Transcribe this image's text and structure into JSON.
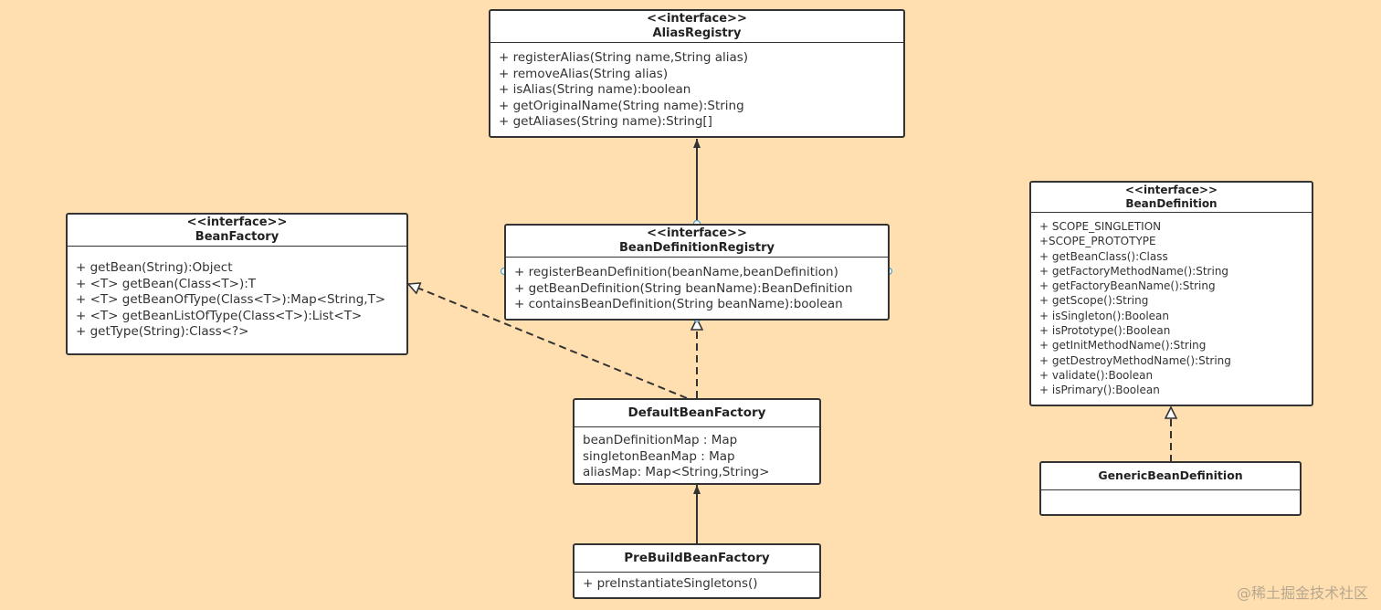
{
  "classes": {
    "alias_registry": {
      "stereotype": "<<interface>>",
      "name": "AliasRegistry",
      "members": [
        "+ registerAlias(String name,String alias)",
        "+ removeAlias(String alias)",
        "+ isAlias(String name):boolean",
        "+ getOriginalName(String name):String",
        "+ getAliases(String name):String[]"
      ]
    },
    "bean_factory": {
      "stereotype": "<<interface>>",
      "name": "BeanFactory",
      "members": [
        "+ getBean(String):Object",
        "+ <T> getBean(Class<T>):T",
        "+ <T> getBeanOfType(Class<T>):Map<String,T>",
        "+ <T> getBeanListOfType(Class<T>):List<T>",
        "+ getType(String):Class<?>"
      ]
    },
    "bean_definition_registry": {
      "stereotype": "<<interface>>",
      "name": "BeanDefinitionRegistry",
      "members": [
        "+ registerBeanDefinition(beanName,beanDefinition)",
        "+ getBeanDefinition(String beanName):BeanDefinition",
        "+ containsBeanDefinition(String beanName):boolean"
      ]
    },
    "bean_definition": {
      "stereotype": "<<interface>>",
      "name": "BeanDefinition",
      "members": [
        "+ SCOPE_SINGLETION",
        "+SCOPE_PROTOTYPE",
        "+ getBeanClass():Class",
        "+ getFactoryMethodName():String",
        "+ getFactoryBeanName():String",
        "+ getScope():String",
        "+ isSingleton():Boolean",
        "+ isPrototype():Boolean",
        "+ getInitMethodName():String",
        "+ getDestroyMethodName():String",
        "+ validate():Boolean",
        "+ isPrimary():Boolean"
      ]
    },
    "default_bean_factory": {
      "name": "DefaultBeanFactory",
      "members": [
        "beanDefinitionMap : Map",
        "singletonBeanMap : Map",
        "aliasMap: Map<String,String>"
      ]
    },
    "pre_build_bean_factory": {
      "name": "PreBuildBeanFactory",
      "members": [
        "+ preInstantiateSingletons()"
      ]
    },
    "generic_bean_definition": {
      "name": "GenericBeanDefinition",
      "members": []
    }
  },
  "watermark": "@稀土掘金技术社区",
  "colors": {
    "background": "#FFDFAF",
    "box": "#FFFFFF",
    "stroke": "#333333"
  }
}
